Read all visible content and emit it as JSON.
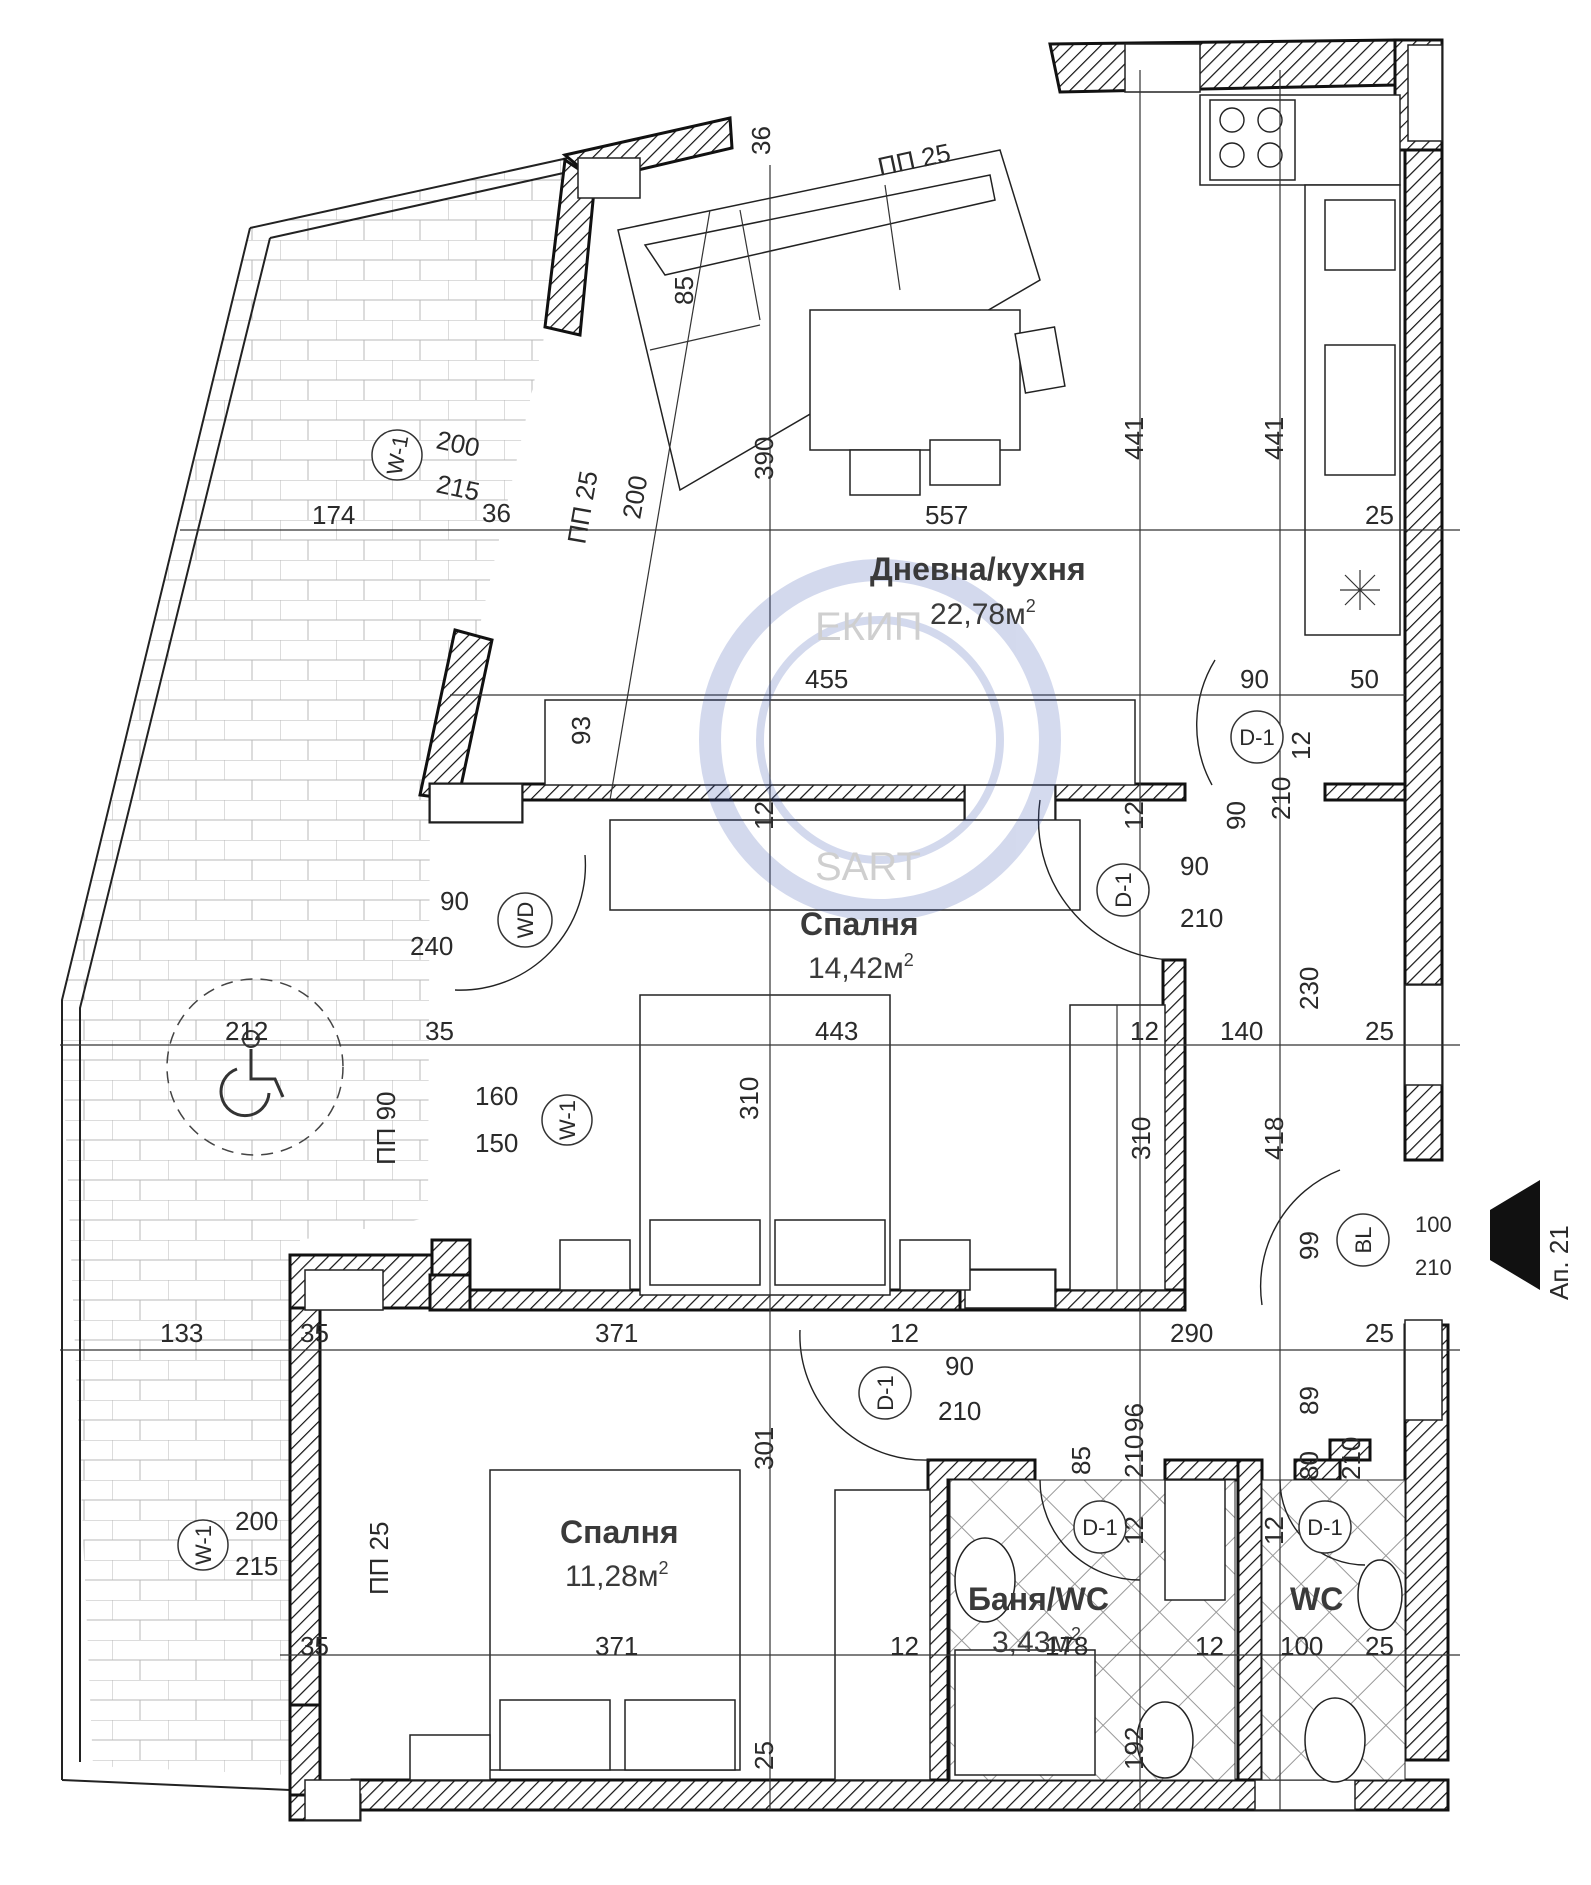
{
  "unit": "Ап. 21",
  "rooms": {
    "living": {
      "name": "Дневна/кухня",
      "area": "22,78м",
      "sup": "2"
    },
    "bedroom1": {
      "name": "Спалня",
      "area": "14,42м",
      "sup": "2"
    },
    "bedroom2": {
      "name": "Спалня",
      "area": "11,28м",
      "sup": "2"
    },
    "bath": {
      "name": "Баня/WC",
      "area": "3,43м",
      "sup": "2"
    },
    "wc": {
      "name": "WC"
    }
  },
  "tags": {
    "w1": "W-1",
    "d1": "D-1",
    "wd": "WD",
    "bl": "BL",
    "pp25": "ПП 25",
    "pp90": "ПП 90"
  },
  "dims": {
    "d174": "174",
    "d557": "557",
    "d25": "25",
    "d455": "455",
    "d90": "90",
    "d50": "50",
    "d12": "12",
    "d240": "240",
    "d212": "212",
    "d35": "35",
    "d443": "443",
    "d140": "140",
    "d160": "160",
    "d150": "150",
    "d100": "100",
    "d210": "210",
    "d133": "133",
    "d371": "371",
    "d290": "290",
    "d200": "200",
    "d215": "215",
    "d178": "178",
    "d36": "36",
    "d441": "441",
    "d390": "390",
    "d85": "85",
    "d93": "93",
    "d230": "230",
    "d418": "418",
    "d310": "310",
    "d99": "99",
    "d301": "301",
    "d96": "96",
    "d89": "89",
    "d80": "80",
    "d192": "192"
  },
  "watermark": {
    "top": "ЕКИП",
    "bottom": "SART",
    "e": "Е",
    "s": "S"
  },
  "colors": {
    "wall": "#111111",
    "line": "#222222",
    "text": "#2a2a2a",
    "watermark": "#3a55b0"
  }
}
